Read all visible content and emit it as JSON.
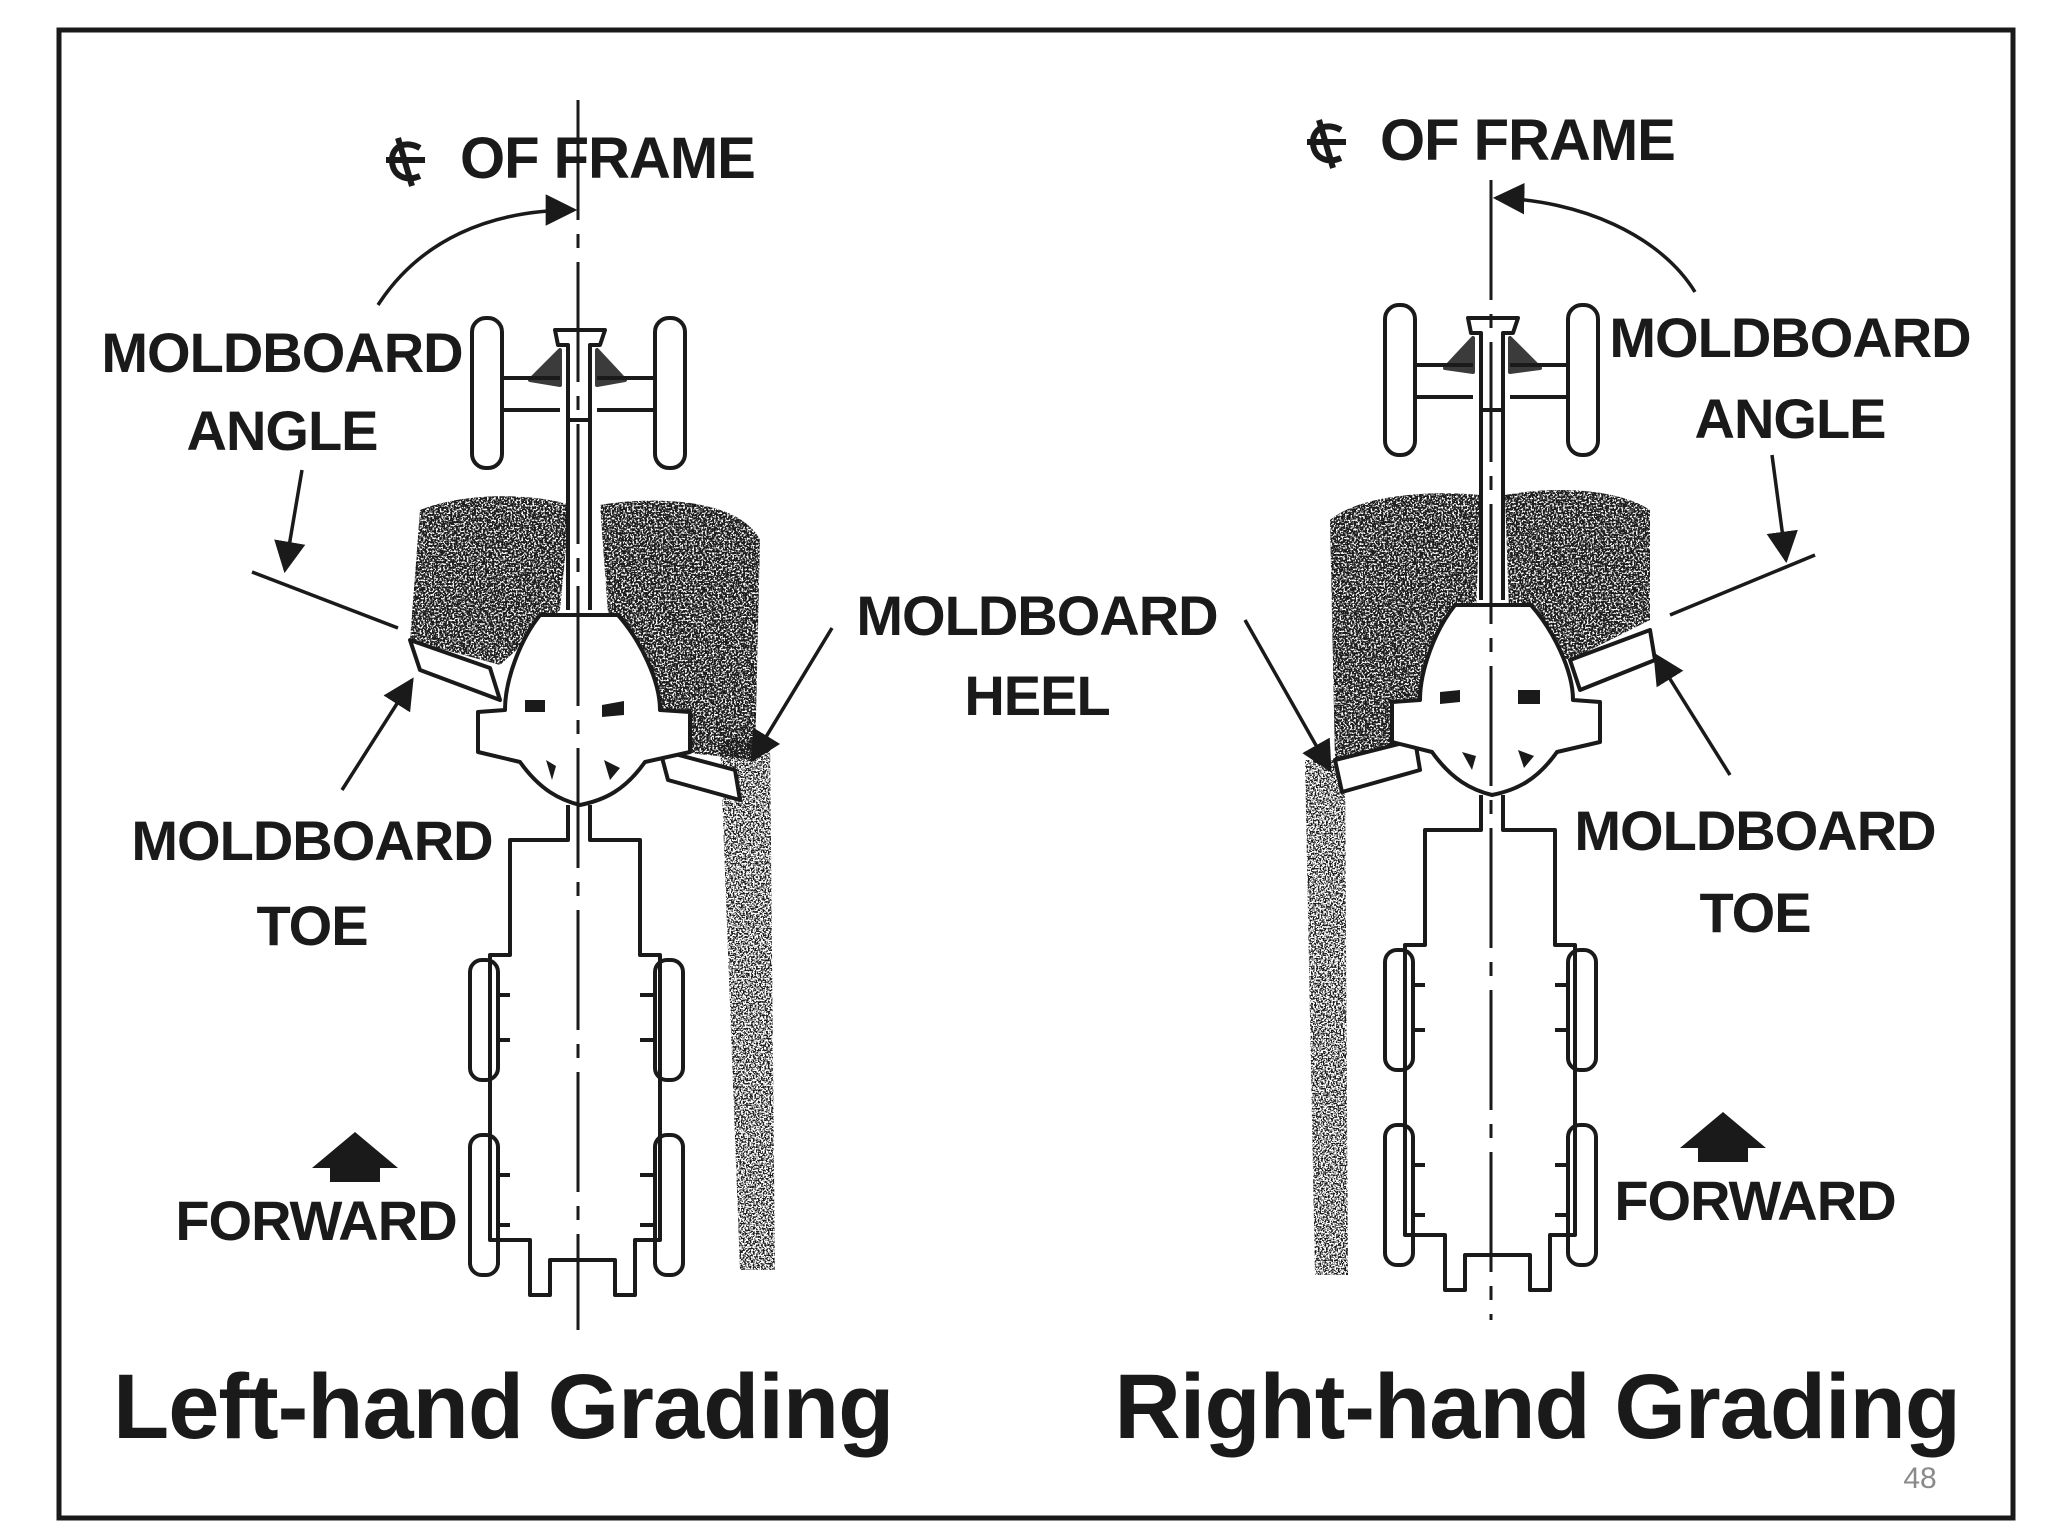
{
  "labels": {
    "cl_of_frame_left": "OF FRAME",
    "cl_of_frame_right": "OF FRAME",
    "moldboard_angle_left_1": "MOLDBOARD",
    "moldboard_angle_left_2": "ANGLE",
    "moldboard_angle_right_1": "MOLDBOARD",
    "moldboard_angle_right_2": "ANGLE",
    "moldboard_heel_1": "MOLDBOARD",
    "moldboard_heel_2": "HEEL",
    "moldboard_toe_left_1": "MOLDBOARD",
    "moldboard_toe_left_2": "TOE",
    "moldboard_toe_right_1": "MOLDBOARD",
    "moldboard_toe_right_2": "TOE",
    "forward_left": "FORWARD",
    "forward_right": "FORWARD"
  },
  "captions": {
    "left": "Left-hand Grading",
    "right": "Right-hand Grading"
  },
  "page_number": "48",
  "colors": {
    "ink": "#1a1a1a",
    "paper": "#ffffff",
    "page_number": "#8a8a8a"
  }
}
